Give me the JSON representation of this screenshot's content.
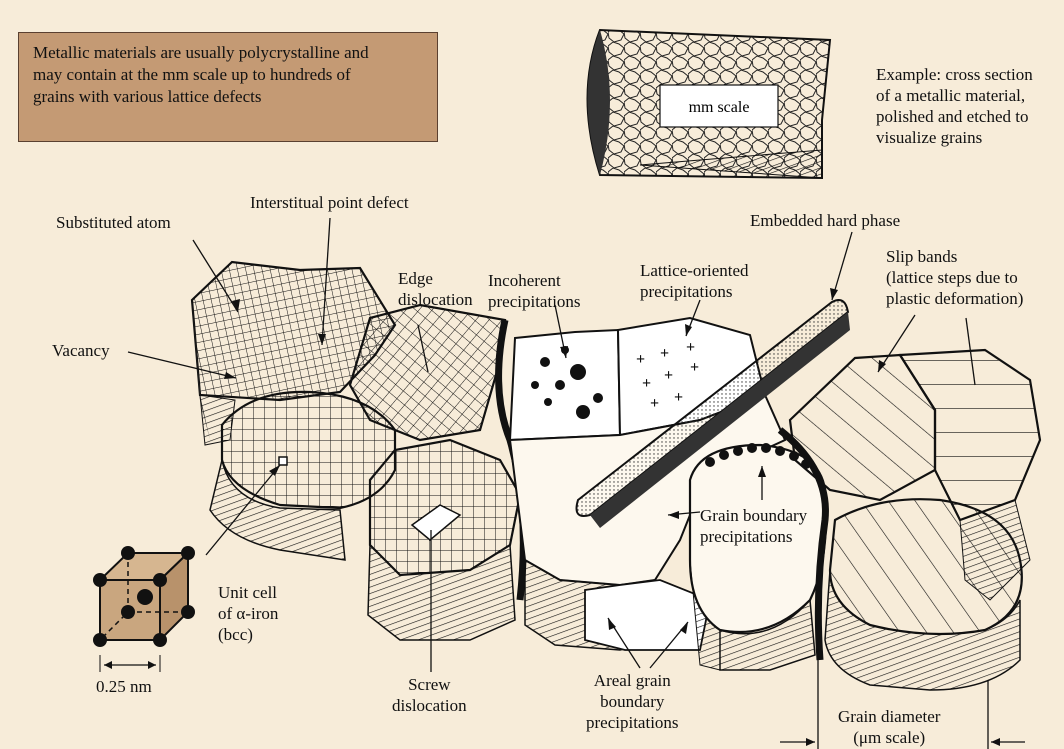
{
  "intro_box": {
    "lines": [
      "Metallic materials are usually polycrystalline and",
      "may contain at the mm scale up to hundreds of",
      "grains with various lattice defects"
    ]
  },
  "specimen": {
    "inset_label": "mm scale"
  },
  "example": {
    "lines": [
      "Example: cross section",
      "of a metallic material,",
      "polished and etched to",
      "visualize grains"
    ]
  },
  "labels": {
    "substituted_atom": "Substituted atom",
    "interstitial": "Interstitual point defect",
    "vacancy": "Vacancy",
    "edge_dislocation": [
      "Edge",
      "dislocation"
    ],
    "incoherent": [
      "Incoherent",
      "precipitations"
    ],
    "lattice_oriented": [
      "Lattice-oriented",
      "precipitations"
    ],
    "embedded_hard_phase": "Embedded hard phase",
    "slip_bands": [
      "Slip bands",
      "(lattice steps due to",
      "plastic deformation)"
    ],
    "grain_boundary_precip": [
      "Grain boundary",
      "precipitations"
    ],
    "unit_cell": [
      "Unit cell",
      "of α-iron",
      "(bcc)"
    ],
    "scale_025": "0.25 nm",
    "screw_dislocation": [
      "Screw",
      "dislocation"
    ],
    "areal_precip": [
      "Areal grain",
      "boundary",
      "precipitations"
    ],
    "grain_diameter": [
      "Grain diameter",
      "(μm scale)"
    ]
  },
  "colors": {
    "background": "#f7ecd9",
    "box_fill": "#c49a74",
    "unit_cell_fill": "#c9a67f",
    "ink": "#111111"
  }
}
